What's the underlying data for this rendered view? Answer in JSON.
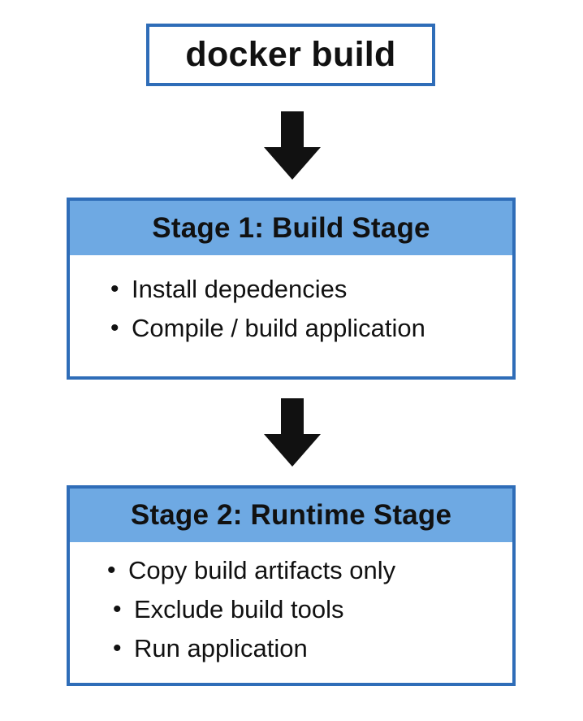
{
  "top": {
    "title": "docker build"
  },
  "stage1": {
    "title": "Stage 1: Build Stage",
    "items": [
      "Install depedencies",
      "Compile / build application"
    ]
  },
  "stage2": {
    "title": "Stage 2: Runtime Stage",
    "items": [
      "Copy build artifacts only",
      "Exclude build tools",
      "Run application"
    ]
  },
  "colors": {
    "border": "#2f6db8",
    "header_fill": "#6ea9e3",
    "arrow": "#111111",
    "text": "#111111"
  }
}
